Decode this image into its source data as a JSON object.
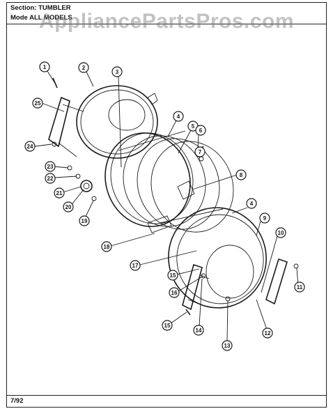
{
  "header": {
    "section_label": "Section:",
    "section_value": "TUMBLER",
    "model_label": "Mode",
    "model_value": "ALL MODELS"
  },
  "watermark": "AppliancePartsPros.com",
  "footer": {
    "date": "7/92"
  },
  "callouts": [
    "1",
    "2",
    "3",
    "4",
    "5",
    "6",
    "7",
    "8",
    "4",
    "9",
    "10",
    "11",
    "12",
    "13",
    "14",
    "15",
    "15",
    "16",
    "17",
    "18",
    "19",
    "20",
    "21",
    "22",
    "23",
    "24",
    "25"
  ]
}
